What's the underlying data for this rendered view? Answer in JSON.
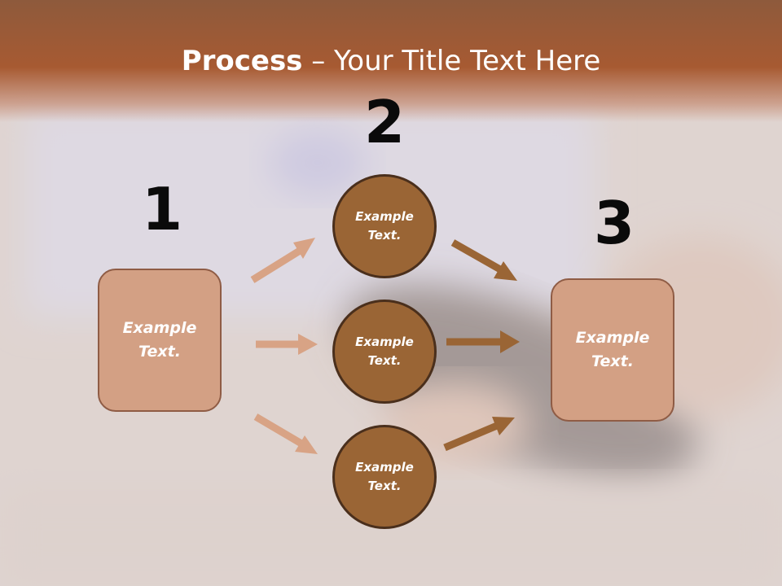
{
  "title": {
    "bold": "Process",
    "rest": " – Your Title Text Here"
  },
  "numbers": [
    "1",
    "2",
    "3"
  ],
  "nodes": {
    "start": "Example Text.",
    "mid_top": "Example Text.",
    "mid_center": "Example Text.",
    "mid_bottom": "Example Text.",
    "end": "Example Text."
  },
  "colors": {
    "header": "#a75a32",
    "box_fill": "#d3a084",
    "circle_fill": "#9a6535",
    "arrow_light": "#d8a385",
    "arrow_dark": "#9a6535"
  }
}
